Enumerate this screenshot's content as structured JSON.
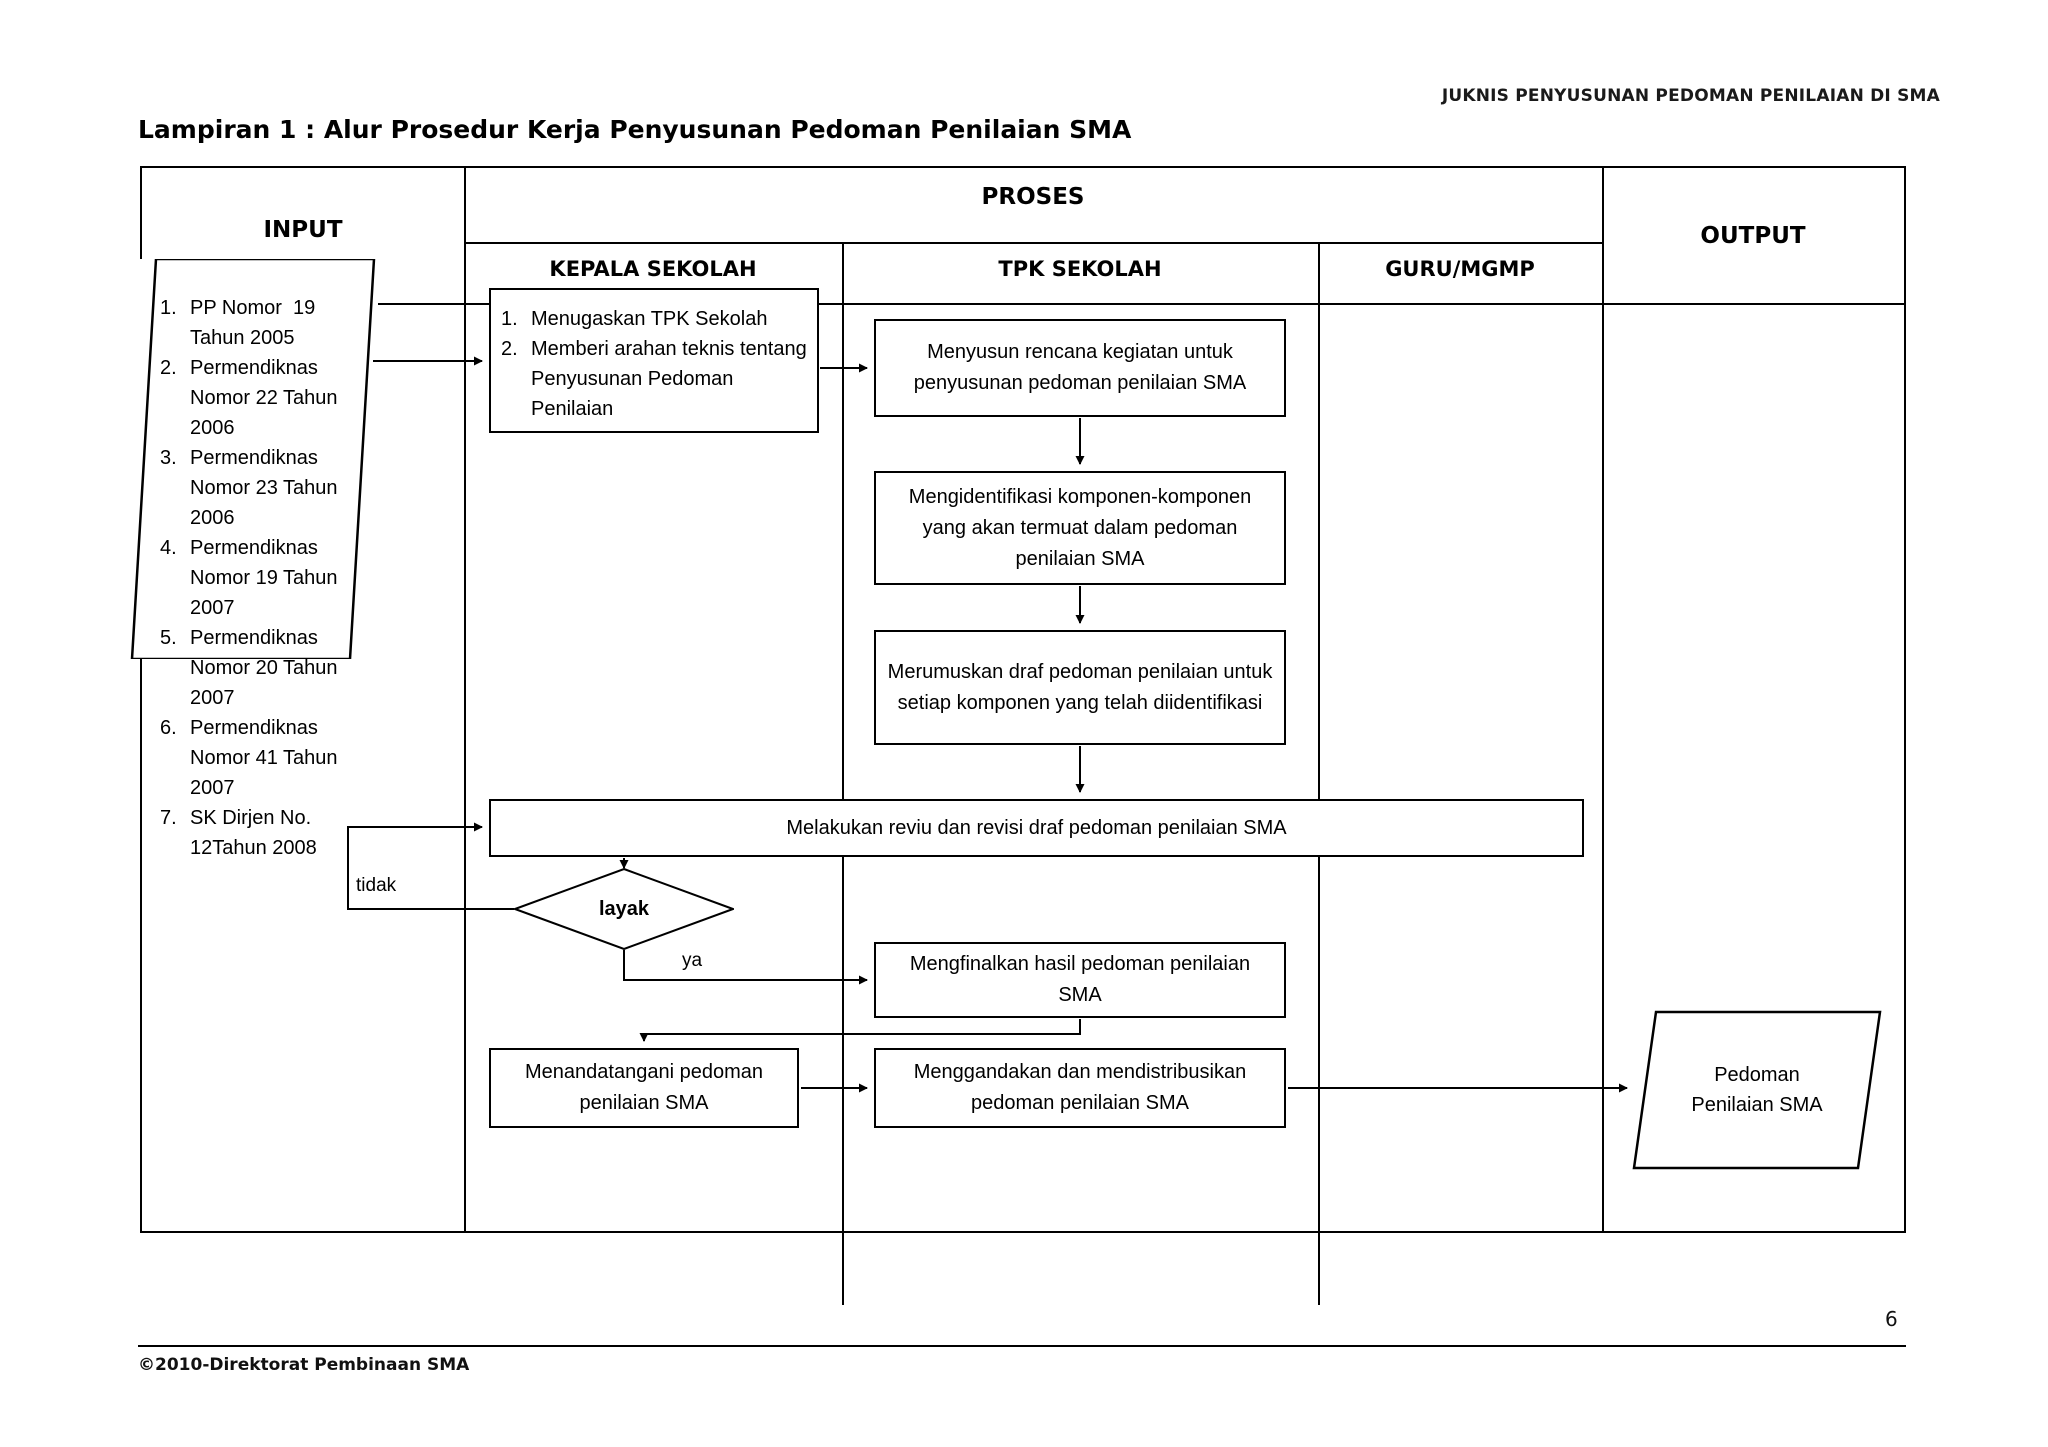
{
  "document": {
    "header": "JUKNIS PENYUSUNAN PEDOMAN PENILAIAN DI SMA",
    "title": "Lampiran 1 : Alur Prosedur Kerja Penyusunan Pedoman Penilaian SMA",
    "footer": "©2010-Direktorat Pembinaan SMA",
    "page_number": "6"
  },
  "table": {
    "columns": {
      "input": "INPUT",
      "proses": "PROSES",
      "kepala_sekolah": "KEPALA SEKOLAH",
      "tpk_sekolah": "TPK SEKOLAH",
      "guru_mgmp": "GURU/MGMP",
      "output": "OUTPUT"
    }
  },
  "flow": {
    "input_items": [
      {
        "num": "1.",
        "text": "PP Nomor  19 Tahun 2005"
      },
      {
        "num": "2.",
        "text": "Permendiknas Nomor 22 Tahun 2006"
      },
      {
        "num": "3.",
        "text": "Permendiknas Nomor 23 Tahun 2006"
      },
      {
        "num": "4.",
        "text": "Permendiknas Nomor 19 Tahun 2007"
      },
      {
        "num": "5.",
        "text": "Permendiknas Nomor 20 Tahun 2007"
      },
      {
        "num": "6.",
        "text": "Permendiknas Nomor 41 Tahun 2007"
      },
      {
        "num": "7.",
        "text": "SK Dirjen No. 12Tahun 2008"
      }
    ],
    "kepala_items": [
      {
        "num": "1.",
        "text": "Menugaskan TPK Sekolah"
      },
      {
        "num": "2.",
        "text": "Memberi arahan teknis tentang Penyusunan Pedoman Penilaian"
      }
    ],
    "node_rencana": "Menyusun rencana kegiatan untuk penyusunan pedoman penilaian SMA",
    "node_identifikasi": "Mengidentifikasi komponen-komponen yang akan termuat dalam pedoman penilaian SMA",
    "node_merumuskan": "Merumuskan draf pedoman penilaian untuk setiap komponen yang telah diidentifikasi",
    "node_reviu": "Melakukan reviu dan revisi draf pedoman penilaian SMA",
    "decision_layak": "layak",
    "label_tidak": "tidak",
    "label_ya": "ya",
    "node_finalkan": "Mengfinalkan hasil pedoman penilaian SMA",
    "node_menandatangani": "Menandatangani pedoman penilaian SMA",
    "node_menggandakan": "Menggandakan dan mendistribusikan pedoman penilaian SMA",
    "node_output": "Pedoman\nPenilaian SMA"
  },
  "colors": {
    "stroke": "#000000",
    "background": "#ffffff"
  }
}
